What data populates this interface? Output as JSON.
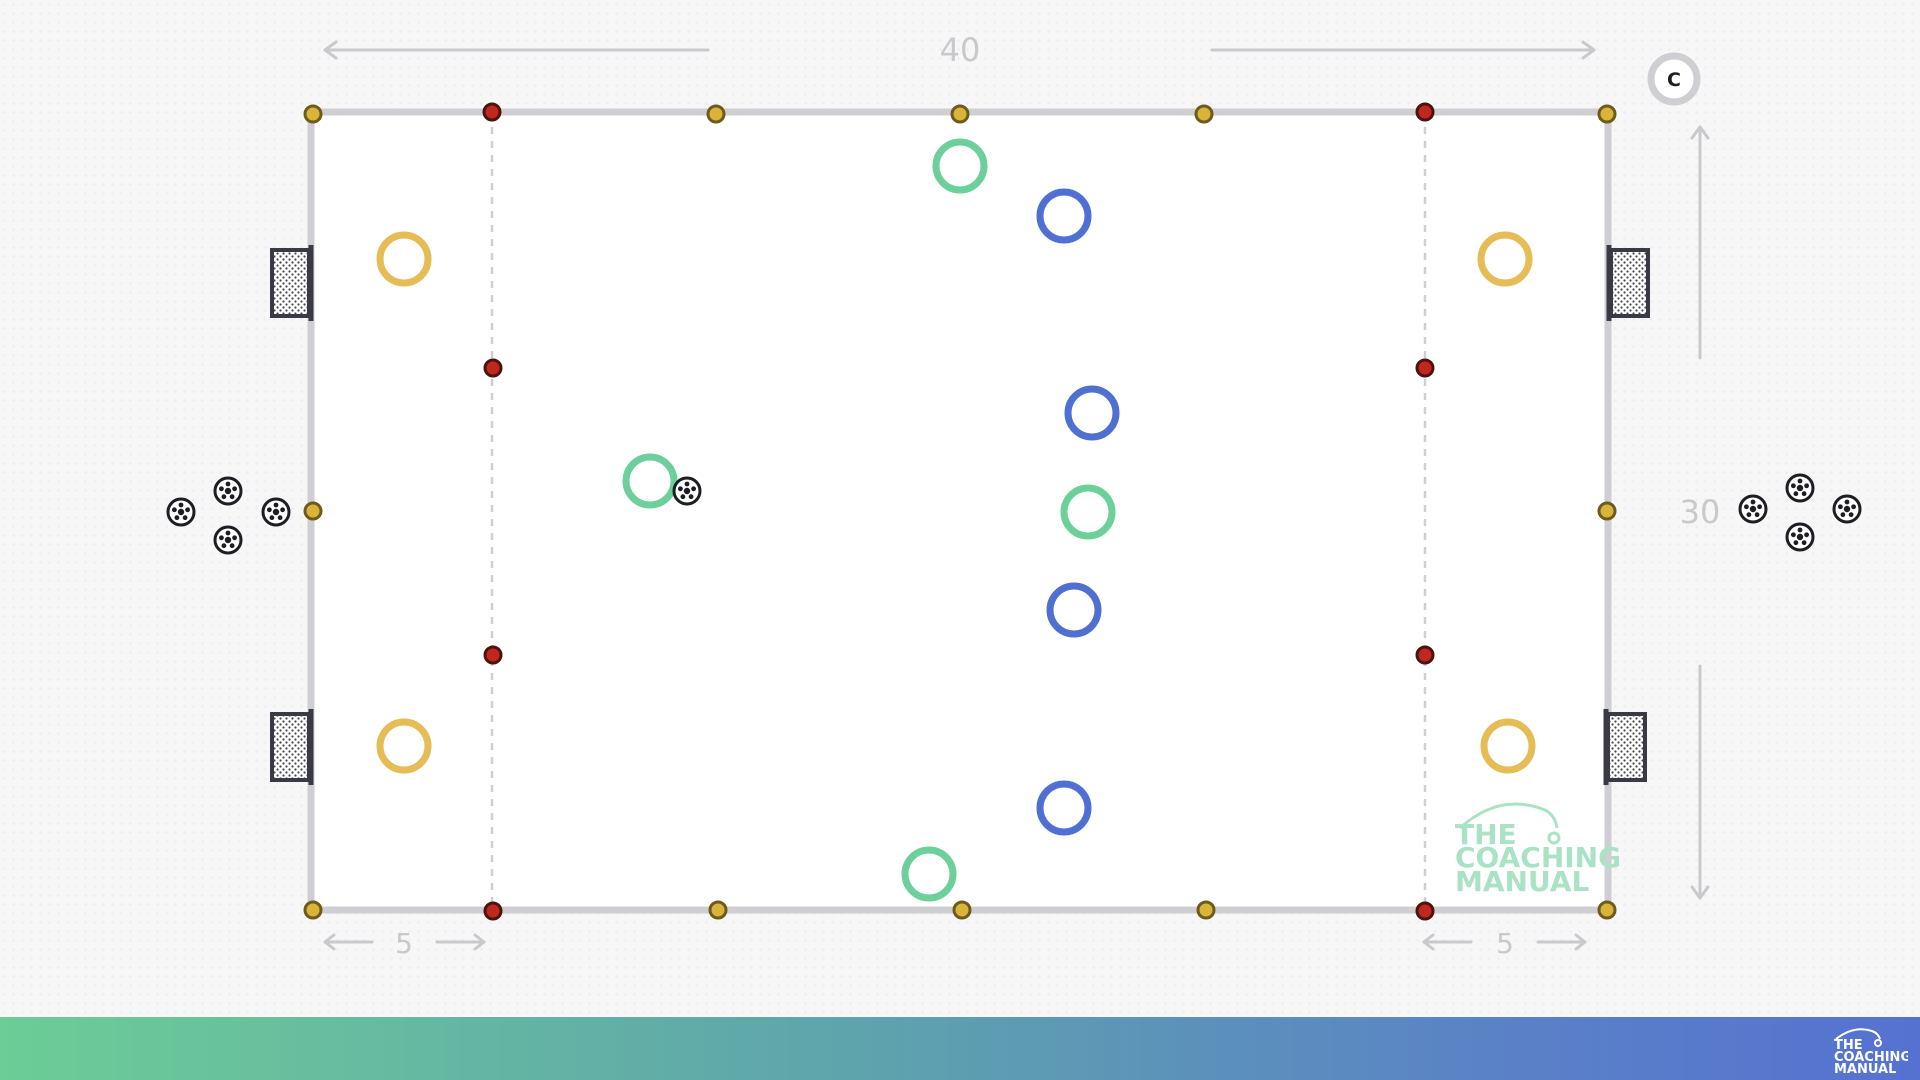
{
  "drill": {
    "length_label": "40",
    "width_label": "30",
    "zone_left_label": "5",
    "zone_right_label": "5",
    "coach_label": "C"
  },
  "watermark": {
    "line1": "THE",
    "line2": "COACHING",
    "line3": "MANUAL"
  },
  "footer_logo": {
    "line1": "THE",
    "line2": "COACHING",
    "line3": "MANUAL"
  },
  "colors": {
    "team_green": "#6dd09a",
    "team_blue": "#4f6fd1",
    "team_yellow": "#e5bc55",
    "cone_yellow": "#d9b43b",
    "cone_red": "#c0281e",
    "boundary": "#cfcfd3"
  },
  "icons": [
    "coach-icon",
    "goal-icon",
    "ball-icon",
    "cone-icon",
    "player-icon"
  ]
}
